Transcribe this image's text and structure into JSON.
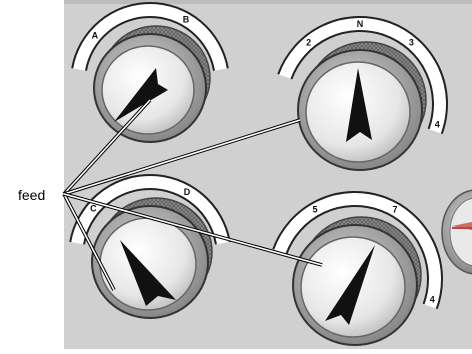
{
  "callout": {
    "label": "feed"
  },
  "dials": [
    {
      "id": "top-left",
      "marks": [
        "A",
        "B"
      ]
    },
    {
      "id": "top-right",
      "marks": [
        "2",
        "N",
        "3",
        "4"
      ]
    },
    {
      "id": "bottom-left",
      "marks": [
        "C",
        "D"
      ]
    },
    {
      "id": "bottom-right",
      "marks": [
        "5",
        "7",
        "4"
      ]
    }
  ],
  "colors": {
    "panel": "#cfd0cf",
    "knob_face": "#efefef",
    "knob_ring": "#3a3a3a",
    "pointer": "#111111",
    "leader_line": "#ffffff"
  }
}
